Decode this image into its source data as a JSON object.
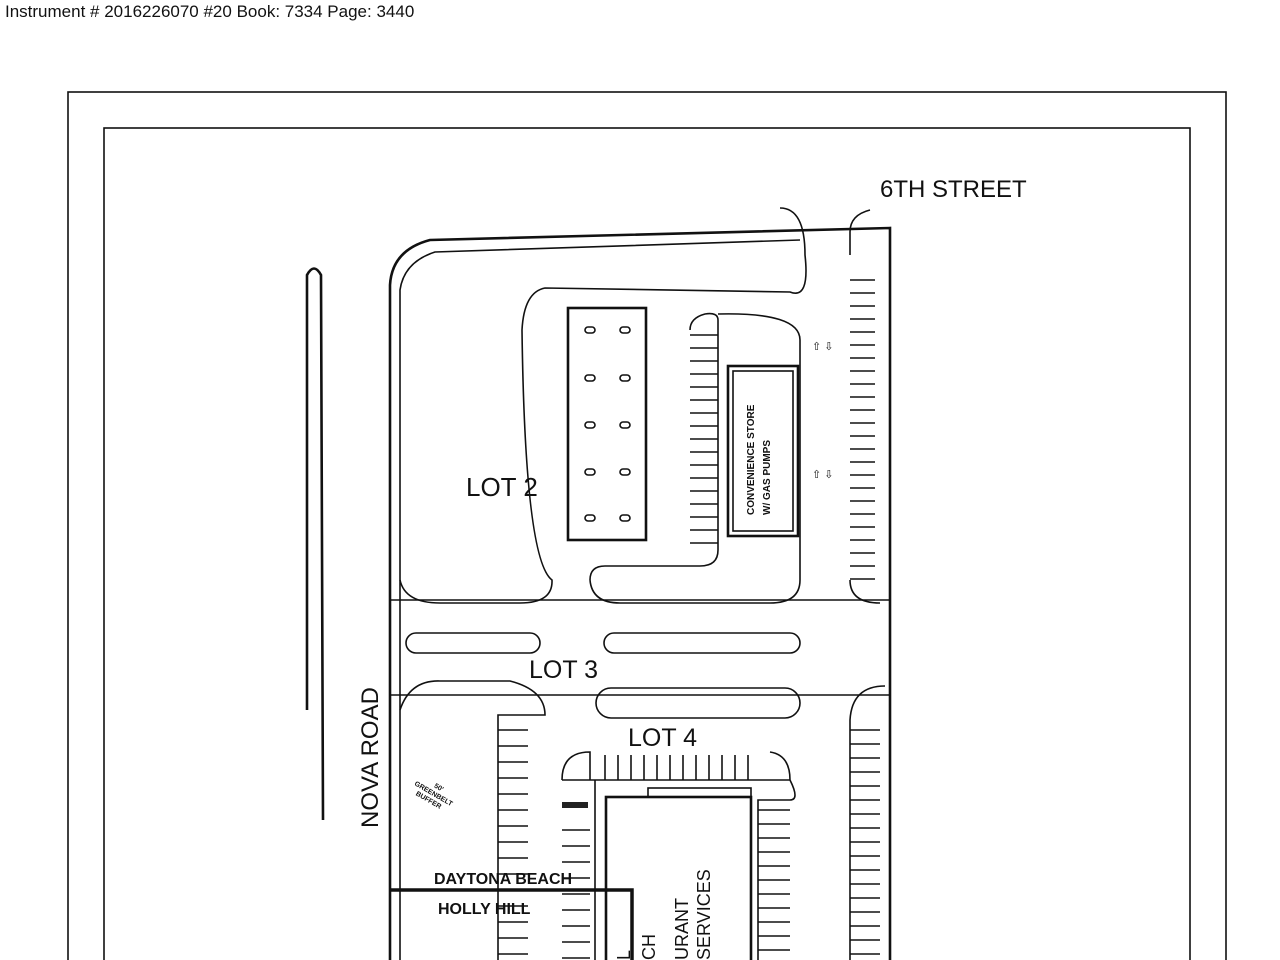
{
  "header": {
    "instrument_line": "Instrument # 2016226070 #20 Book: 7334 Page: 3440"
  },
  "plan": {
    "street_6th": "6TH STREET",
    "nova_road": "NOVA ROAD",
    "lot2": "LOT 2",
    "lot3": "LOT 3",
    "lot4": "LOT 4",
    "store_line1": "CONVENIENCE STORE",
    "store_line2": "W/ GAS PUMPS",
    "buffer_line1": "50'",
    "buffer_line2": "GREENBELT",
    "buffer_line3": "BUFFER",
    "daytona": "DAYTONA BEACH",
    "holly": "HOLLY HILL",
    "bldg_partial1": "URANT",
    "bldg_partial2": "SERVICES",
    "partial_a": "L",
    "partial_b": "CH"
  }
}
